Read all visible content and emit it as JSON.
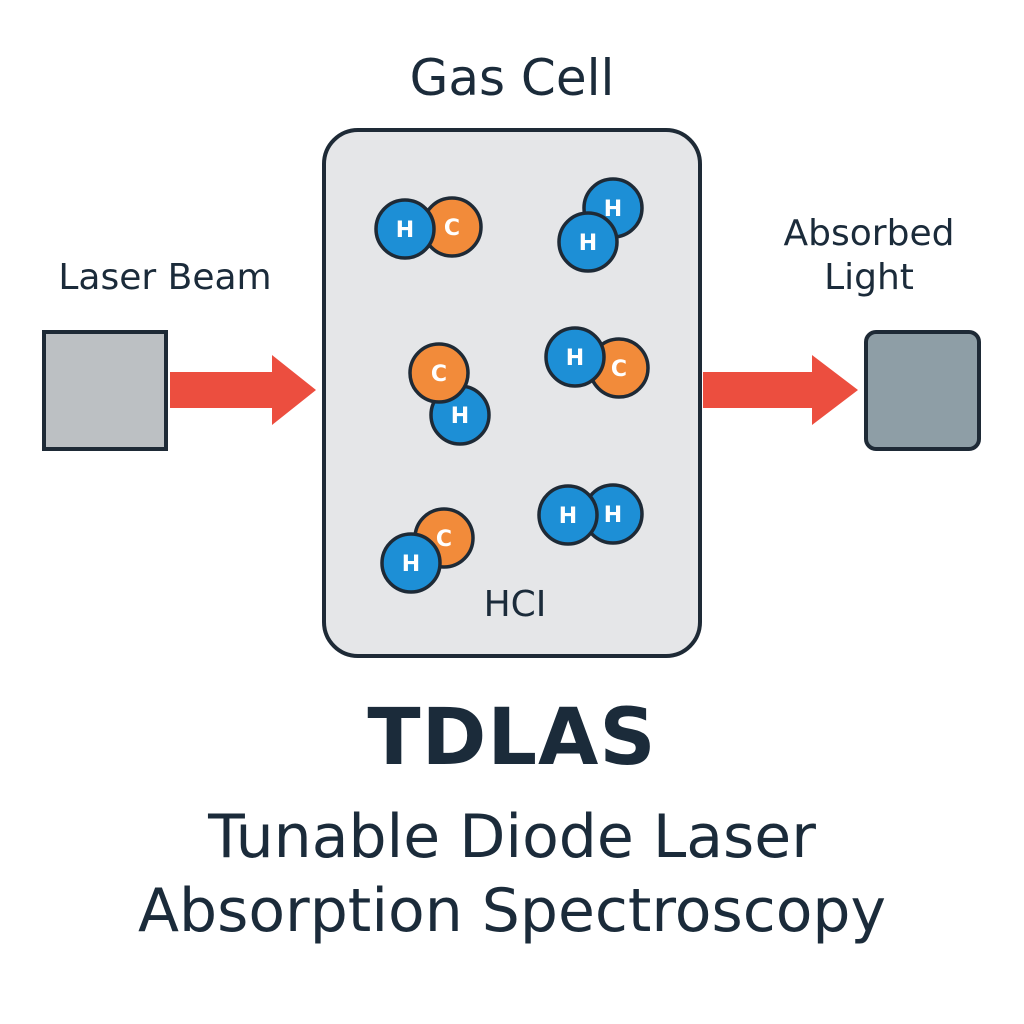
{
  "diagram": {
    "cell_title": "Gas Cell",
    "laser_label": "Laser Beam",
    "absorbed_label": "Absorbed Light",
    "species_label": "HCI",
    "main_title": "TDLAS",
    "subtitle": "Tunable Diode Laser Absorption Spectroscopy"
  },
  "colors": {
    "arrow": "#ec4e3f",
    "atom_blue": "#1d8fd6",
    "atom_orange": "#f28b3a",
    "outline": "#1e2a36",
    "cell_fill": "#e5e6e8"
  },
  "molecules": [
    {
      "back": "C",
      "front": "H"
    },
    {
      "back": "H",
      "front": "H"
    },
    {
      "back": "H",
      "front": "C"
    },
    {
      "back": "C",
      "front": "H"
    },
    {
      "back": "C",
      "front": "H"
    },
    {
      "back": "H",
      "front": "H"
    }
  ]
}
